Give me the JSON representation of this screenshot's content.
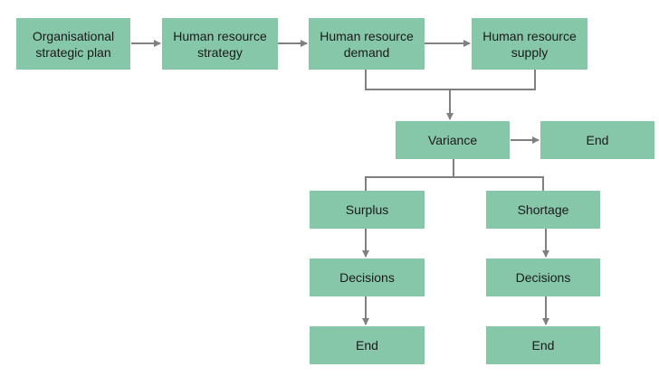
{
  "diagram": {
    "nodes": {
      "strategic_plan": "Organisational\nstrategic plan",
      "hr_strategy": "Human resource\nstrategy",
      "hr_demand": "Human resource\ndemand",
      "hr_supply": "Human resource\nsupply",
      "variance": "Variance",
      "end_variance": "End",
      "surplus": "Surplus",
      "shortage": "Shortage",
      "decisions_surplus": "Decisions",
      "decisions_shortage": "Decisions",
      "end_surplus": "End",
      "end_shortage": "End"
    },
    "edges": [
      [
        "strategic_plan",
        "hr_strategy"
      ],
      [
        "hr_strategy",
        "hr_demand"
      ],
      [
        "hr_demand",
        "hr_supply"
      ],
      [
        "hr_demand",
        "variance"
      ],
      [
        "hr_supply",
        "variance"
      ],
      [
        "variance",
        "end_variance"
      ],
      [
        "variance",
        "surplus"
      ],
      [
        "variance",
        "shortage"
      ],
      [
        "surplus",
        "decisions_surplus"
      ],
      [
        "shortage",
        "decisions_shortage"
      ],
      [
        "decisions_surplus",
        "end_surplus"
      ],
      [
        "decisions_shortage",
        "end_shortage"
      ]
    ],
    "colors": {
      "box": "#85c7a8",
      "line": "#808080",
      "text": "#1a1a1a"
    }
  }
}
